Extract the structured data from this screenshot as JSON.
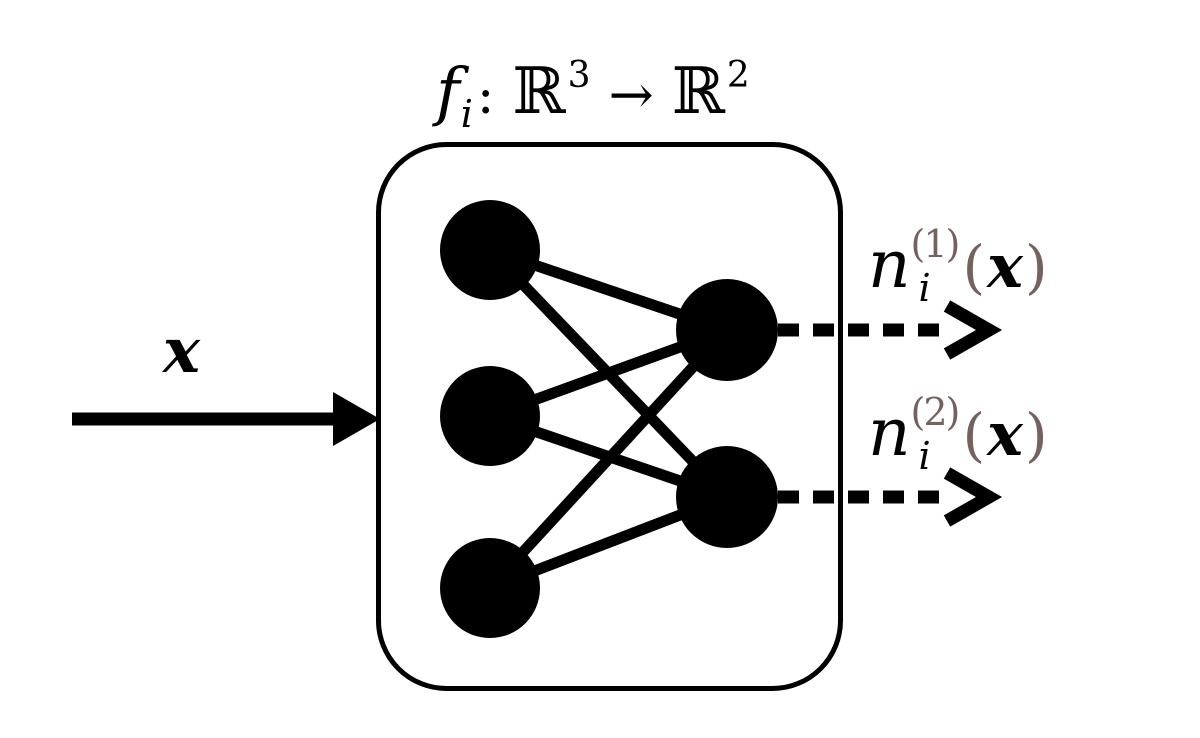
{
  "colors": {
    "ink": "#000000",
    "accent": "#75625f",
    "background": "#ffffff"
  },
  "network": {
    "input_nodes": 3,
    "output_nodes": 2,
    "connection": "fully-connected"
  },
  "title": {
    "func": "f",
    "func_sub": "i",
    "colon": ":",
    "domain_set": "ℝ",
    "domain_exp": "3",
    "maps_arrow": "→",
    "codomain_set": "ℝ",
    "codomain_exp": "2"
  },
  "input": {
    "label": "x"
  },
  "outputs": [
    {
      "base": "n",
      "sub": "i",
      "sup": "(1)",
      "paren_open": "(",
      "arg": "x",
      "paren_close": ")"
    },
    {
      "base": "n",
      "sub": "i",
      "sup": "(2)",
      "paren_open": "(",
      "arg": "x",
      "paren_close": ")"
    }
  ]
}
